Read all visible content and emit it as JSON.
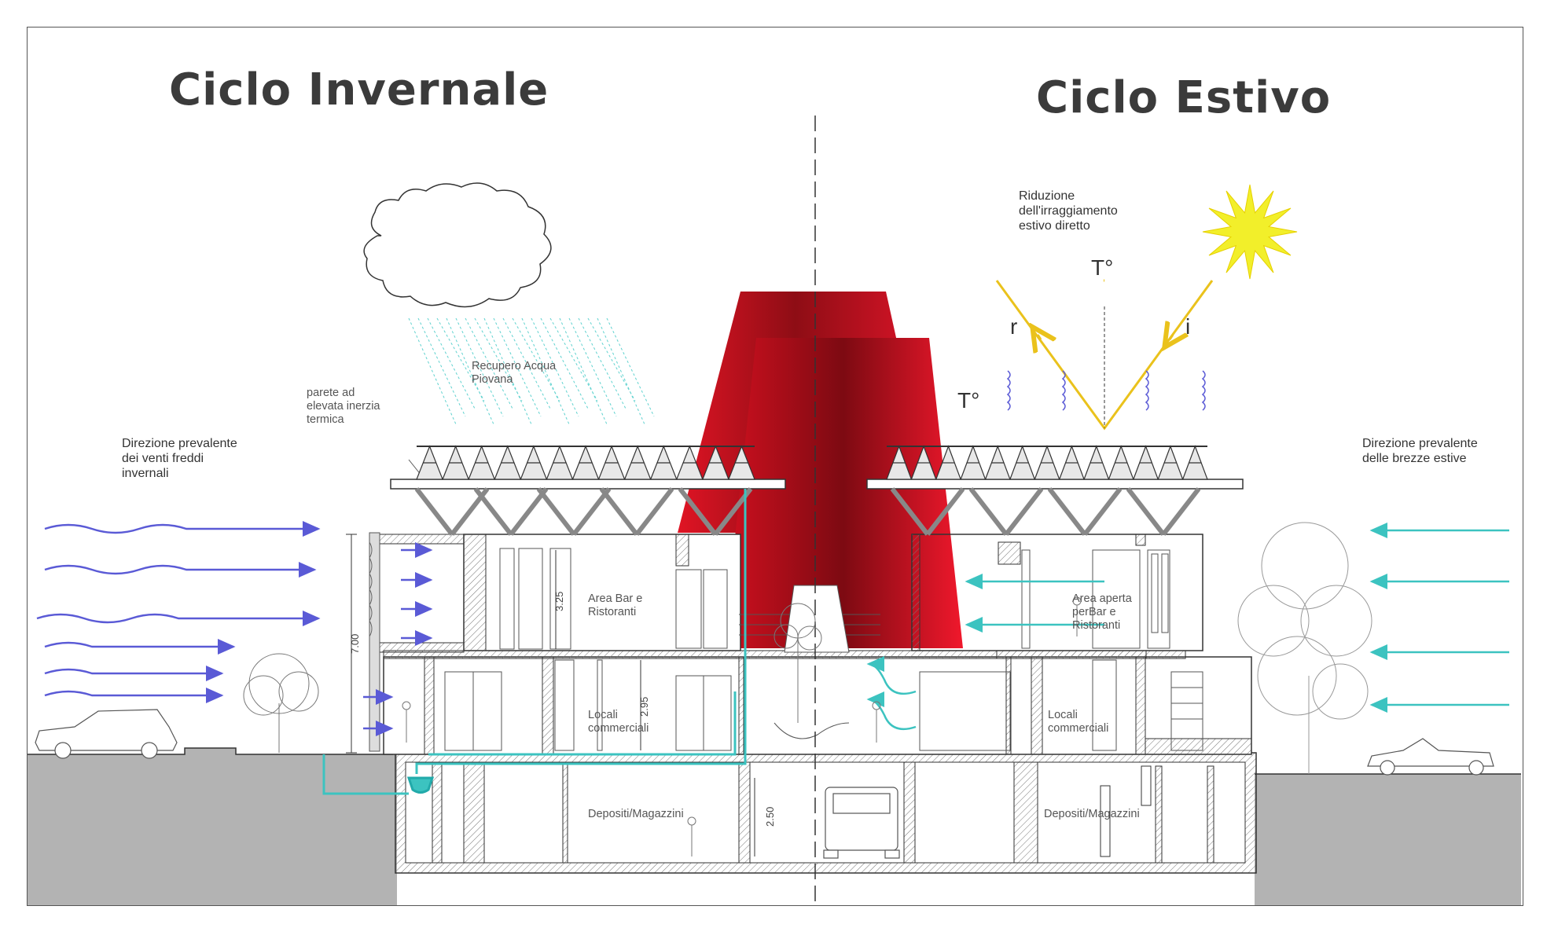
{
  "titles": {
    "winter": "Ciclo Invernale",
    "summer": "Ciclo Estivo"
  },
  "labels": {
    "winter_wind": "Direzione prevalente\ndei venti freddi\ninvernali",
    "summer_breeze": "Direzione prevalente\ndelle brezze estive",
    "rain_recovery": "Recupero Acqua\nPiovana",
    "thermal_wall": "parete ad\nelevata inerzia\ntermica",
    "radiation_reduction": "Riduzione\ndell'irraggiamento\nestivo diretto",
    "temp_top": "T°",
    "temp_side": "T°",
    "reflected": "r",
    "incident": "i",
    "bar_left": "Area Bar e\nRistoranti",
    "bar_right": "Area aperta\nperBar e\nRistoranti",
    "shops_left": "Locali\ncommerciali",
    "shops_right": "Locali\ncommerciali",
    "storage_left": "Depositi/Magazzini",
    "storage_right": "Depositi/Magazzini"
  },
  "dimensions": {
    "total_height": "7.00",
    "floor_upper": "3.25",
    "floor_middle": "2.95",
    "floor_basement": "2.50"
  },
  "colors": {
    "cold_wind": "#5a5ad6",
    "breeze": "#3cc3c0",
    "water": "#3cc3c0",
    "sun": "#f2ef2a",
    "sun_ray": "#eac21c",
    "cone": "#c8101e",
    "ground": "#b3b3b3",
    "text": "#3b3b3b"
  }
}
